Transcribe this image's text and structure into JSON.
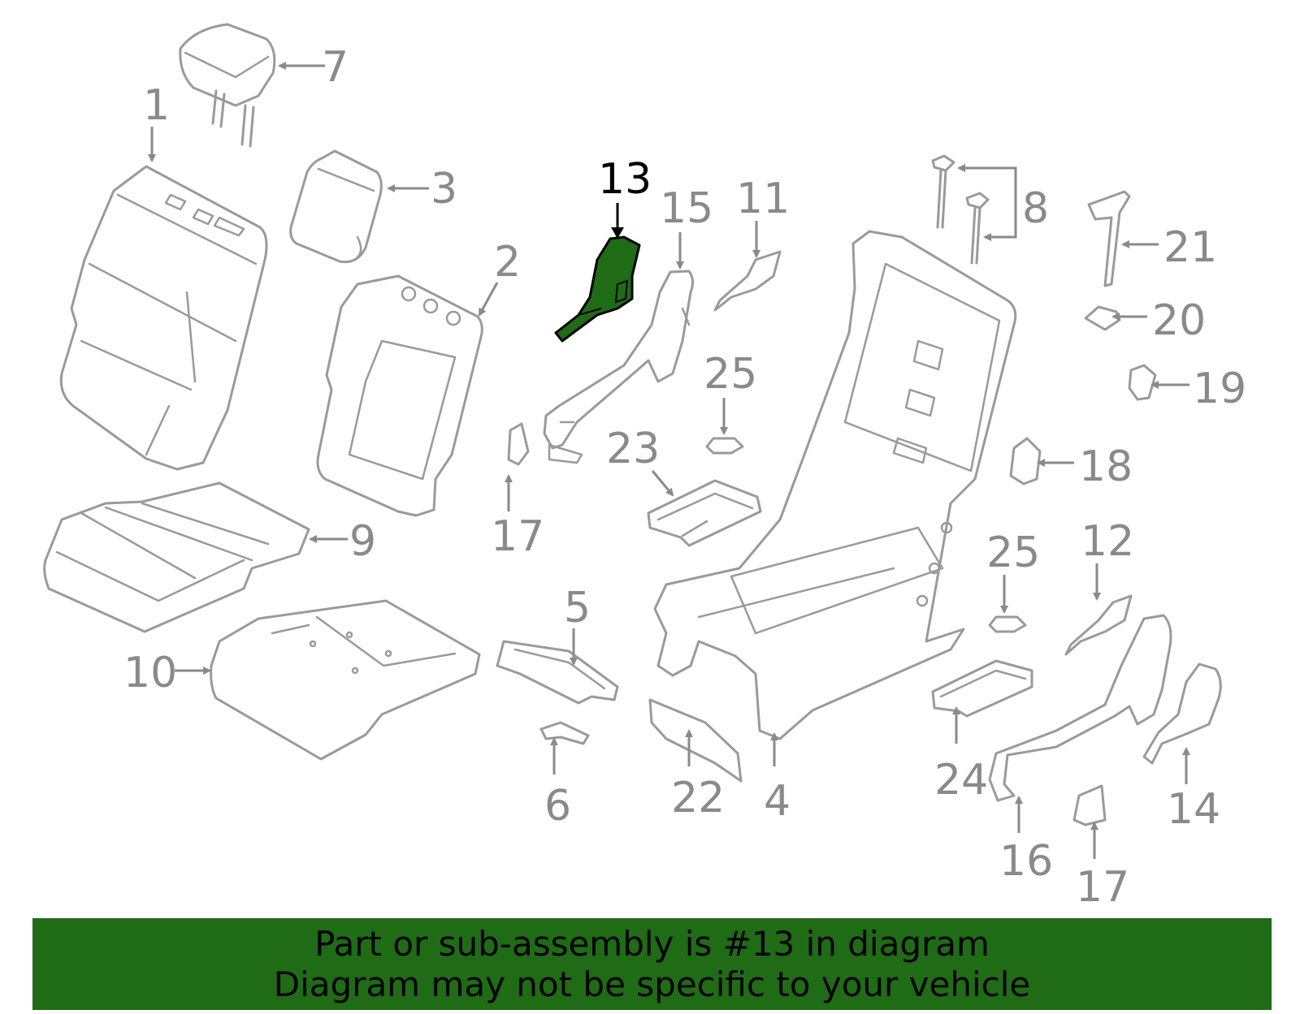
{
  "diagram": {
    "highlighted_part": "13",
    "highlight_color": "#1f6b16",
    "line_color": "#9a9a9a",
    "label_color": "#8a8a8a",
    "callouts": {
      "p1": "1",
      "p2": "2",
      "p3": "3",
      "p4": "4",
      "p5": "5",
      "p6": "6",
      "p7": "7",
      "p8": "8",
      "p9": "9",
      "p10": "10",
      "p11": "11",
      "p12": "12",
      "p13": "13",
      "p14": "14",
      "p15": "15",
      "p16": "16",
      "p17a": "17",
      "p17b": "17",
      "p18": "18",
      "p19": "19",
      "p20": "20",
      "p21": "21",
      "p22": "22",
      "p23": "23",
      "p24": "24",
      "p25a": "25",
      "p25b": "25"
    }
  },
  "banner": {
    "line1": "Part or sub-assembly is #13 in diagram",
    "line2": "Diagram may not be specific to your vehicle",
    "background": "#1f6b16"
  }
}
